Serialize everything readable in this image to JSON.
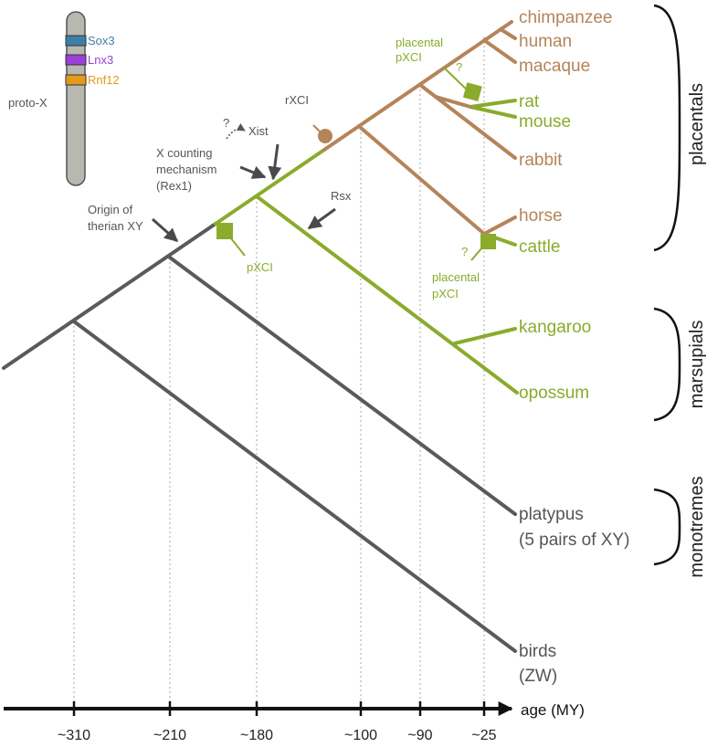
{
  "colors": {
    "gray": "#5a5a5a",
    "green": "#8aab2c",
    "brown": "#b5845a",
    "sox3": "#3d7fa6",
    "lnx3": "#9b3fd6",
    "rnf12": "#e39b1c",
    "axis": "#111111",
    "gridline": "#aaaaaa"
  },
  "species": {
    "chimpanzee": "chimpanzee",
    "human": "human",
    "macaque": "macaque",
    "rat": "rat",
    "mouse": "mouse",
    "rabbit": "rabbit",
    "horse": "horse",
    "cattle": "cattle",
    "kangaroo": "kangaroo",
    "opossum": "opossum",
    "platypus": "platypus",
    "platypus_note": "(5 pairs of XY)",
    "birds": "birds",
    "birds_note": "(ZW)"
  },
  "groups": {
    "placentals": "placentals",
    "marsupials": "marsupials",
    "monotremes": "monotremes"
  },
  "annotations": {
    "placental_pxci_top_1": "placental",
    "placental_pxci_top_2": "pXCI",
    "question_top": "?",
    "rxci": "rXCI",
    "xist": "Xist",
    "question_xist": "?",
    "x_counting_1": "X counting",
    "x_counting_2": "mechanism",
    "x_counting_3": "(Rex1)",
    "origin_1": "Origin of",
    "origin_2": "therian XY",
    "rsx": "Rsx",
    "pxci": "pXCI",
    "question_bottom": "?",
    "placental_pxci_bottom_1": "placental",
    "placental_pxci_bottom_2": "pXCI"
  },
  "chromosome": {
    "label": "proto-X",
    "genes": [
      "Sox3",
      "Lnx3",
      "Rnf12"
    ]
  },
  "axis": {
    "label": "age (MY)",
    "ticks": [
      "~310",
      "~210",
      "~180",
      "~100",
      "~90",
      "~25"
    ]
  }
}
